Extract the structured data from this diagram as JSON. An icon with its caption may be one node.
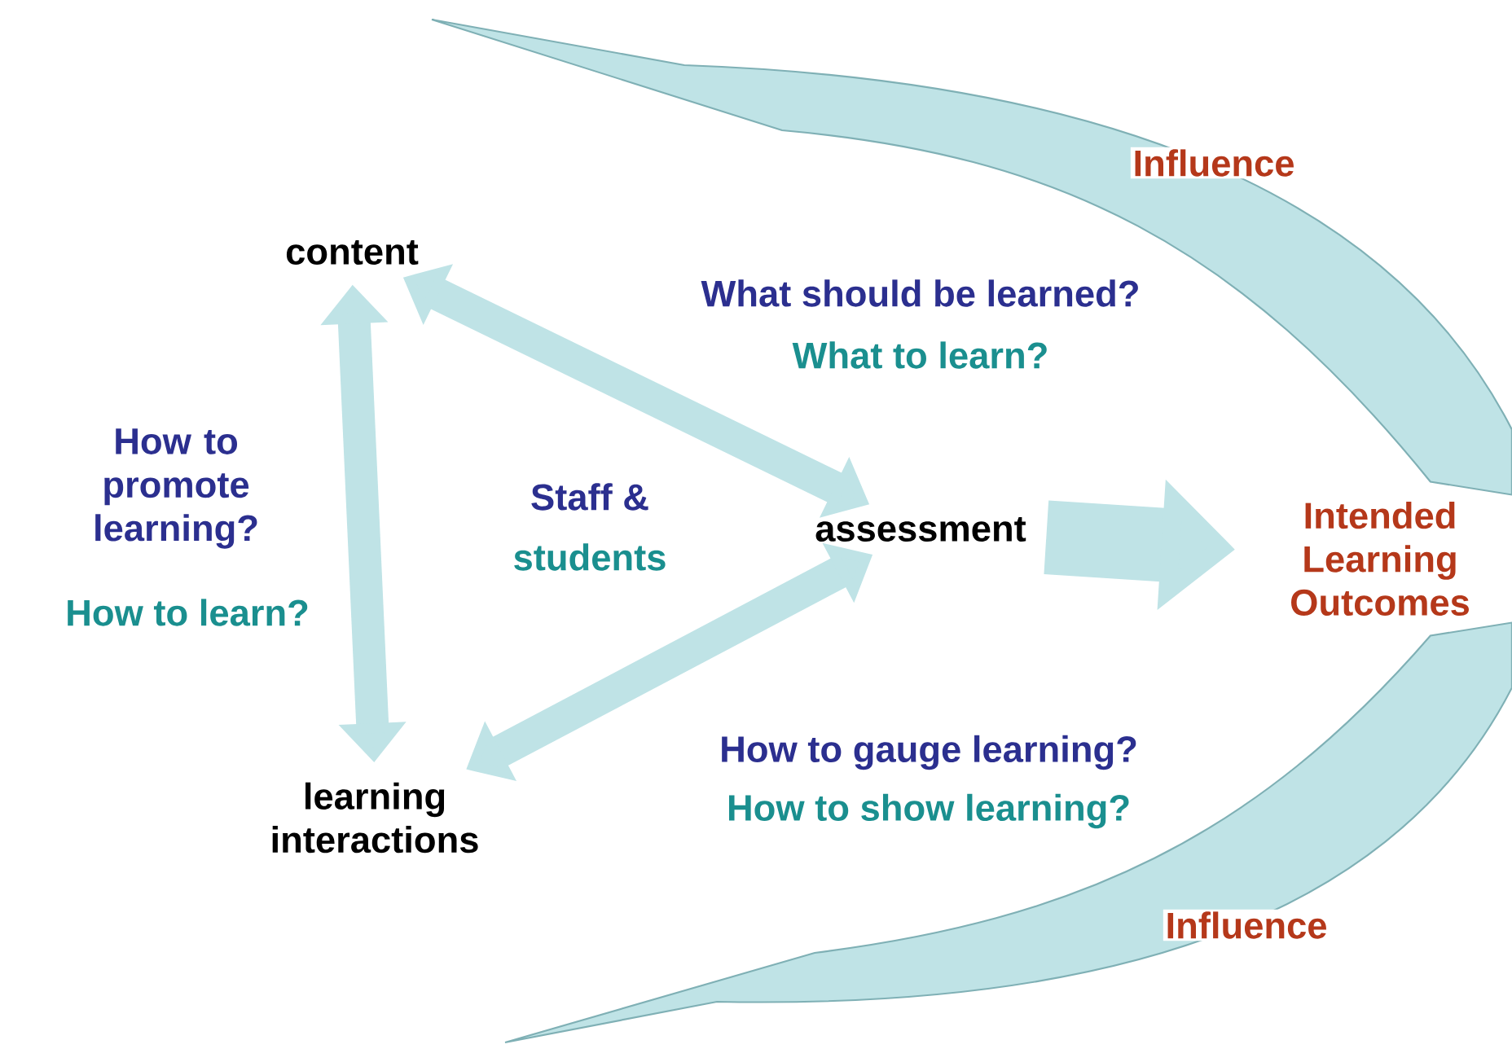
{
  "diagram": {
    "nodes": [
      {
        "text": [
          "content"
        ]
      },
      {
        "text": [
          "assessment"
        ]
      },
      {
        "text": [
          "learning interactions"
        ]
      },
      {
        "text": [
          "Intended Learning Outcomes"
        ]
      }
    ],
    "edges": [
      {
        "from": 0,
        "to": 1,
        "arrow": "both"
      },
      {
        "from": 0,
        "to": 2,
        "arrow": "both"
      },
      {
        "from": 1,
        "to": 2,
        "arrow": "both"
      },
      {
        "from": 1,
        "to": 3,
        "arrow": "to",
        "style": "thick"
      },
      {
        "from": 3,
        "to": null,
        "arrow": "to",
        "label": "Influence"
      },
      {
        "from": 3,
        "to": null,
        "arrow": "to",
        "label": "Influence"
      }
    ],
    "labels": [
      "What should be learned?",
      "What to learn?",
      "How to promote learning?",
      "How to learn?",
      "Staff &",
      "students",
      "How to gauge learning?",
      "How to show learning?"
    ]
  }
}
